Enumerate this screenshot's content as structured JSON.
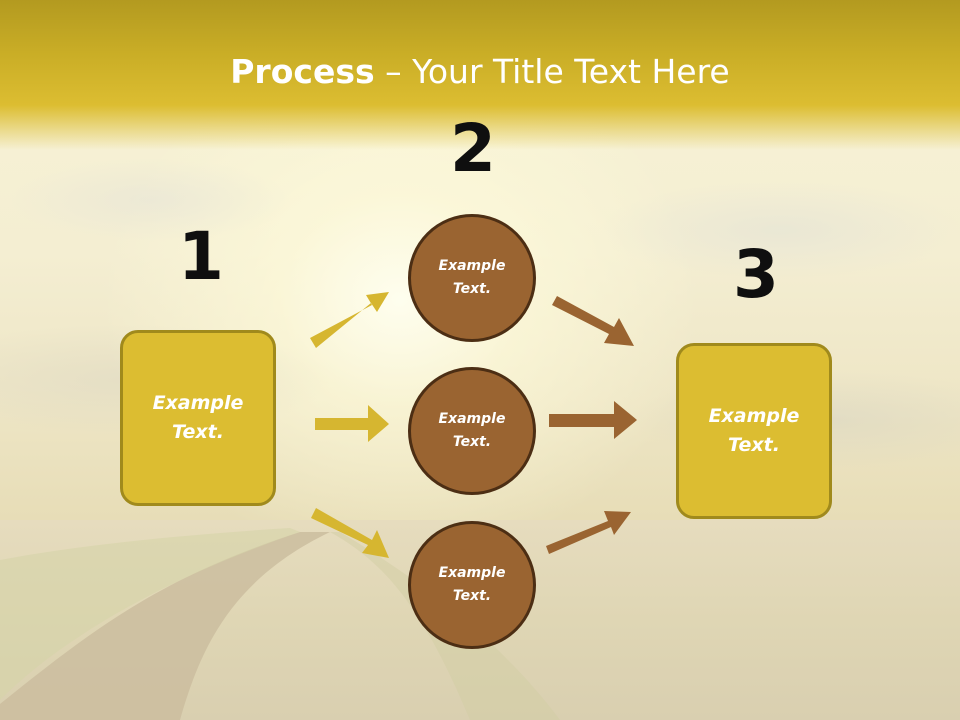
{
  "title": {
    "bold": "Process",
    "rest": " – Your Title Text Here"
  },
  "steps": {
    "one": "1",
    "two": "2",
    "three": "3"
  },
  "left_box": {
    "text": "Example\nText."
  },
  "right_box": {
    "text": "Example\nText."
  },
  "circles": [
    {
      "text": "Example\nText."
    },
    {
      "text": "Example\nText."
    },
    {
      "text": "Example\nText."
    }
  ],
  "colors": {
    "header": "#c9ad26",
    "box": "#dcbd31",
    "circle": "#9a6431",
    "gold_arrow": "#d6b630",
    "brown_arrow": "#9a6431"
  }
}
